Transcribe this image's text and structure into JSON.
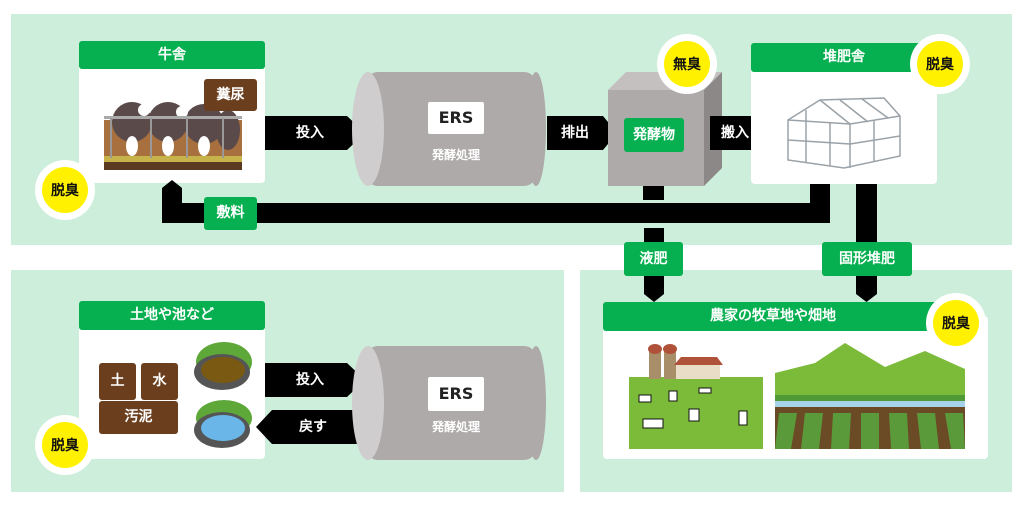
{
  "colors": {
    "panel_bg": "#cdeedb",
    "green": "#06b050",
    "brown": "#6b3f1e",
    "yellow": "#fff100",
    "cylinder_gray": "#aeaaa9",
    "arrow_black": "#000000"
  },
  "top": {
    "barn": {
      "title": "牛舎",
      "manure_tag": "糞尿",
      "deodor_badge": "脱臭",
      "illustration": "cow-barn-icon"
    },
    "arrow_input": "投入",
    "ers_tank": {
      "label": "ERS",
      "sub": "発酵処理"
    },
    "arrow_output": "排出",
    "fermented": {
      "label": "発酵物",
      "badge": "無臭"
    },
    "arrow_carry": "搬入",
    "compost_shed": {
      "title": "堆肥舎",
      "badge": "脱臭",
      "illustration": "greenhouse-icon"
    },
    "bedding_label": "敷料"
  },
  "connectors": {
    "liquid_fertilizer": "液肥",
    "solid_compost": "固形堆肥"
  },
  "bottom_left": {
    "land": {
      "title": "土地や池など",
      "tags": [
        "土",
        "水",
        "汚泥"
      ],
      "badge": "脱臭"
    },
    "arrow_input": "投入",
    "arrow_return": "戻す",
    "ers_tank": {
      "label": "ERS",
      "sub": "発酵処理"
    }
  },
  "bottom_right": {
    "farm": {
      "title": "農家の牧草地や畑地",
      "badge": "脱臭",
      "illustrations": [
        "pasture-icon",
        "field-icon"
      ]
    }
  }
}
